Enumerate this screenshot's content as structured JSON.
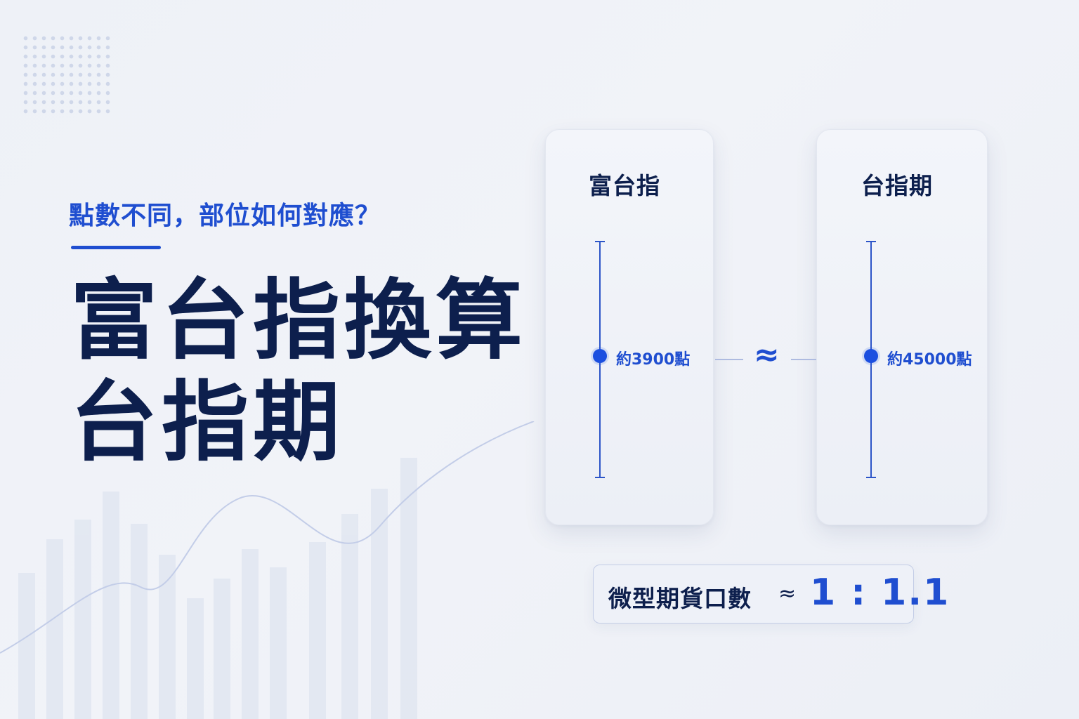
{
  "headline": {
    "subtitle": "點數不同，部位如何對應？",
    "title_line1": "富台指換算",
    "title_line2": "台指期"
  },
  "comparison": {
    "left": {
      "title": "富台指",
      "value": "約3900點"
    },
    "right": {
      "title": "台指期",
      "value": "約45000點"
    },
    "approx_symbol": "≈"
  },
  "ratio": {
    "label": "微型期貨口數",
    "approx_symbol": "≈",
    "value": "1 : 1.1"
  },
  "colors": {
    "accent": "#1f4ed0",
    "title_text": "#0d1f4d",
    "background": "#eef1f7"
  }
}
